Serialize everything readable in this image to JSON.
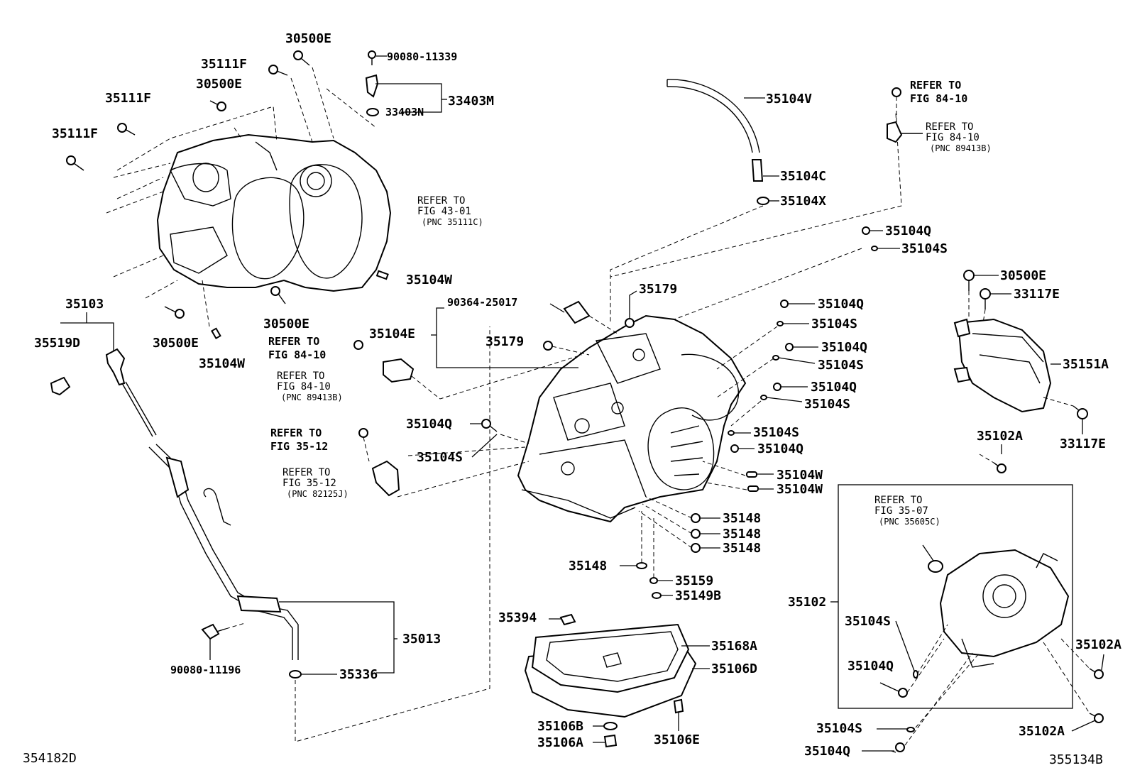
{
  "labels": {
    "p30500E_top": "30500E",
    "p90080_11339": "90080-11339",
    "p35111F_a": "35111F",
    "p30500E_b": "30500E",
    "p35111F_b": "35111F",
    "p35111F_c": "35111F",
    "p33403M": "33403M",
    "p33403N": "33403N",
    "p35104V": "35104V",
    "p35104C": "35104C",
    "p35104X": "35104X",
    "p35104W_a": "35104W",
    "p30500E_c": "30500E",
    "p30500E_d": "30500E",
    "p35104W_b": "35104W",
    "p35103": "35103",
    "p35519D": "35519D",
    "p90364": "90364-25017",
    "p35104E": "35104E",
    "p35179_a": "35179",
    "p35179_b": "35179",
    "p35104Q_1": "35104Q",
    "p35104S_1": "35104S",
    "p35104Q_2": "35104Q",
    "p35104S_2": "35104S",
    "p35104Q_3": "35104Q",
    "p35104S_3": "35104S",
    "p35104Q_4": "35104Q",
    "p35104S_4": "35104S",
    "p35104S_5": "35104S",
    "p35104Q_5": "35104Q",
    "p35104Q_6": "35104Q",
    "p35104S_6": "35104S",
    "p35104W_c": "35104W",
    "p35104W_d": "35104W",
    "p35148_a": "35148",
    "p35148_b": "35148",
    "p35148_c": "35148",
    "p35148_d": "35148",
    "p35159": "35159",
    "p35149B": "35149B",
    "p30500E_e": "30500E",
    "p33117E_a": "33117E",
    "p35151A": "35151A",
    "p33117E_b": "33117E",
    "p35102A_a": "35102A",
    "p35102": "35102",
    "p35104S_7": "35104S",
    "p35104Q_7": "35104Q",
    "p35102A_b": "35102A",
    "p35102A_c": "35102A",
    "p35104S_8": "35104S",
    "p35104Q_8": "35104Q",
    "p35394": "35394",
    "p35168A": "35168A",
    "p35106D": "35106D",
    "p35106B": "35106B",
    "p35106A": "35106A",
    "p35106E": "35106E",
    "p35013": "35013",
    "p35336": "35336",
    "p90080_11196": "90080-11196",
    "code_left": "354182D",
    "code_right": "355134B"
  },
  "refs": {
    "ref_43_01": [
      "REFER TO",
      "FIG 43-01",
      "(PNC 35111C)"
    ],
    "ref_84_10_top": [
      "REFER TO",
      "FIG 84-10"
    ],
    "ref_84_10_top2": [
      "REFER TO",
      "FIG 84-10",
      "(PNC 89413B)"
    ],
    "ref_84_10_mid": [
      "REFER TO",
      "FIG 84-10"
    ],
    "ref_84_10_mid2": [
      "REFER TO",
      "FIG 84-10",
      "(PNC 89413B)"
    ],
    "ref_35_12": [
      "REFER TO",
      "FIG 35-12"
    ],
    "ref_35_12b": [
      "REFER TO",
      "FIG 35-12",
      "(PNC 82125J)"
    ],
    "ref_35_07": [
      "REFER TO",
      "FIG 35-07",
      "(PNC 35605C)"
    ]
  }
}
